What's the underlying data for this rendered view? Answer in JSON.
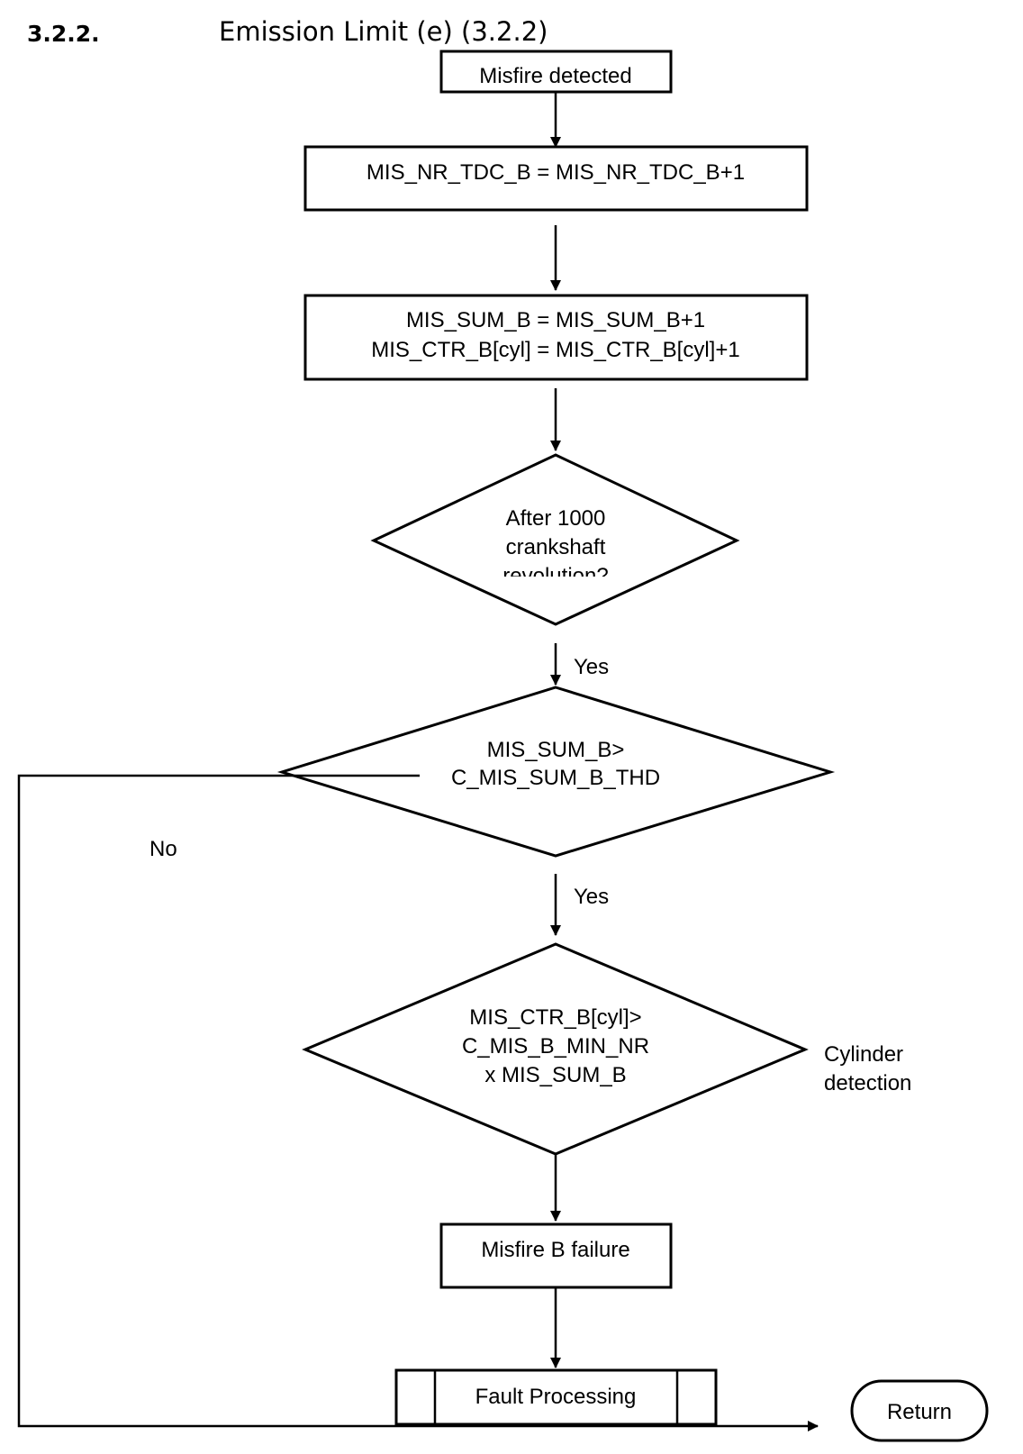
{
  "heading": {
    "number": "3.2.2.",
    "title": "Emission Limit (e) (3.2.2)"
  },
  "nodes": {
    "misfire_detected": "Misfire detected",
    "tdc_counter": "MIS_NR_TDC_B = MIS_NR_TDC_B+1",
    "sum_counter": [
      "MIS_SUM_B = MIS_SUM_B+1",
      "MIS_CTR_B[cyl] = MIS_CTR_B[cyl]+1"
    ],
    "decision_revolutions": [
      "After 1000",
      "crankshaft",
      "revolution?"
    ],
    "decision_sum_threshold": [
      "MIS_SUM_B>",
      "C_MIS_SUM_B_THD"
    ],
    "decision_cylinder": [
      "MIS_CTR_B[cyl]>",
      "C_MIS_B_MIN_NR",
      "x MIS_SUM_B"
    ],
    "misfire_failure": "Misfire B failure",
    "fault_processing": "Fault Processing",
    "return": "Return"
  },
  "edge_labels": {
    "yes_1": "Yes",
    "yes_2": "Yes",
    "no": "No",
    "cylinder_detection": [
      "Cylinder",
      "detection"
    ]
  }
}
